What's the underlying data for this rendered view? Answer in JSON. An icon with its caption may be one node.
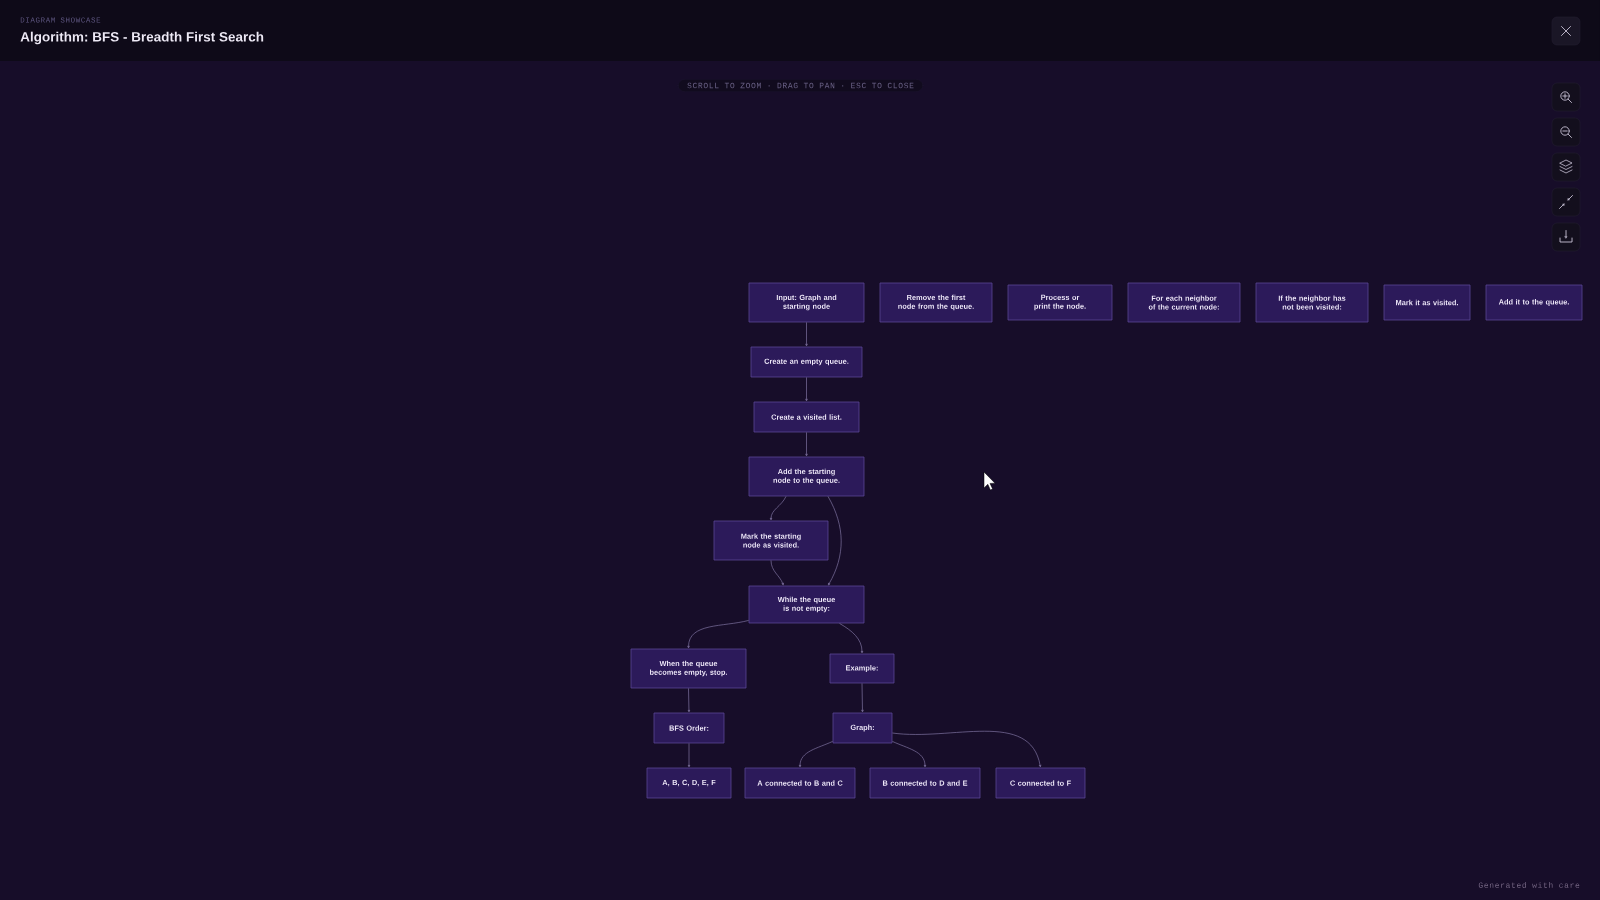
{
  "diagram": {
    "title": "Algorithm: BFS - Breadth First Search",
    "nodes": [
      {
        "text": [
          "Input: Graph and starting node"
        ]
      },
      {
        "text": [
          "Remove the first node from the queue."
        ]
      },
      {
        "text": [
          "Process or print the node."
        ]
      },
      {
        "text": [
          "For each neighbor of the current node:"
        ]
      },
      {
        "text": [
          "If the neighbor has not been visited:"
        ]
      },
      {
        "text": [
          "Mark it as visited."
        ]
      },
      {
        "text": [
          "Add it to the queue."
        ]
      },
      {
        "text": [
          "Create an empty queue."
        ]
      },
      {
        "text": [
          "Create a visited list."
        ]
      },
      {
        "text": [
          "Add the starting node to the queue."
        ]
      },
      {
        "text": [
          "Mark the starting node as visited."
        ]
      },
      {
        "text": [
          "While the queue is not empty:"
        ]
      },
      {
        "text": [
          "When the queue becomes empty, stop."
        ]
      },
      {
        "text": [
          "Example:"
        ]
      },
      {
        "text": [
          "BFS Order:"
        ]
      },
      {
        "text": [
          "Graph:"
        ]
      },
      {
        "text": [
          "A, B, C, D, E, F"
        ]
      },
      {
        "text": [
          "A connected to B and C"
        ]
      },
      {
        "text": [
          "B connected to D and E"
        ]
      },
      {
        "text": [
          "C connected to F"
        ]
      }
    ],
    "edges": [
      {
        "from": 0,
        "to": 7,
        "arrow": "to"
      },
      {
        "from": 7,
        "to": 8,
        "arrow": "to"
      },
      {
        "from": 8,
        "to": 9,
        "arrow": "to"
      },
      {
        "from": 9,
        "to": 10,
        "arrow": "to"
      },
      {
        "from": 9,
        "to": 11,
        "arrow": "to"
      },
      {
        "from": 10,
        "to": 11,
        "arrow": "to"
      },
      {
        "from": 11,
        "to": 12,
        "arrow": "to"
      },
      {
        "from": 11,
        "to": 13,
        "arrow": "to"
      },
      {
        "from": 12,
        "to": 14,
        "arrow": "to"
      },
      {
        "from": 13,
        "to": 15,
        "arrow": "to"
      },
      {
        "from": 14,
        "to": 16,
        "arrow": "to"
      },
      {
        "from": 15,
        "to": 17,
        "arrow": "to"
      },
      {
        "from": 15,
        "to": 18,
        "arrow": "to"
      },
      {
        "from": 15,
        "to": 19,
        "arrow": "to"
      }
    ],
    "labels": [
      "DIAGRAM SHOWCASE",
      "SCROLL TO ZOOM · DRAG TO PAN · ESC TO CLOSE",
      "Generated with care"
    ]
  }
}
